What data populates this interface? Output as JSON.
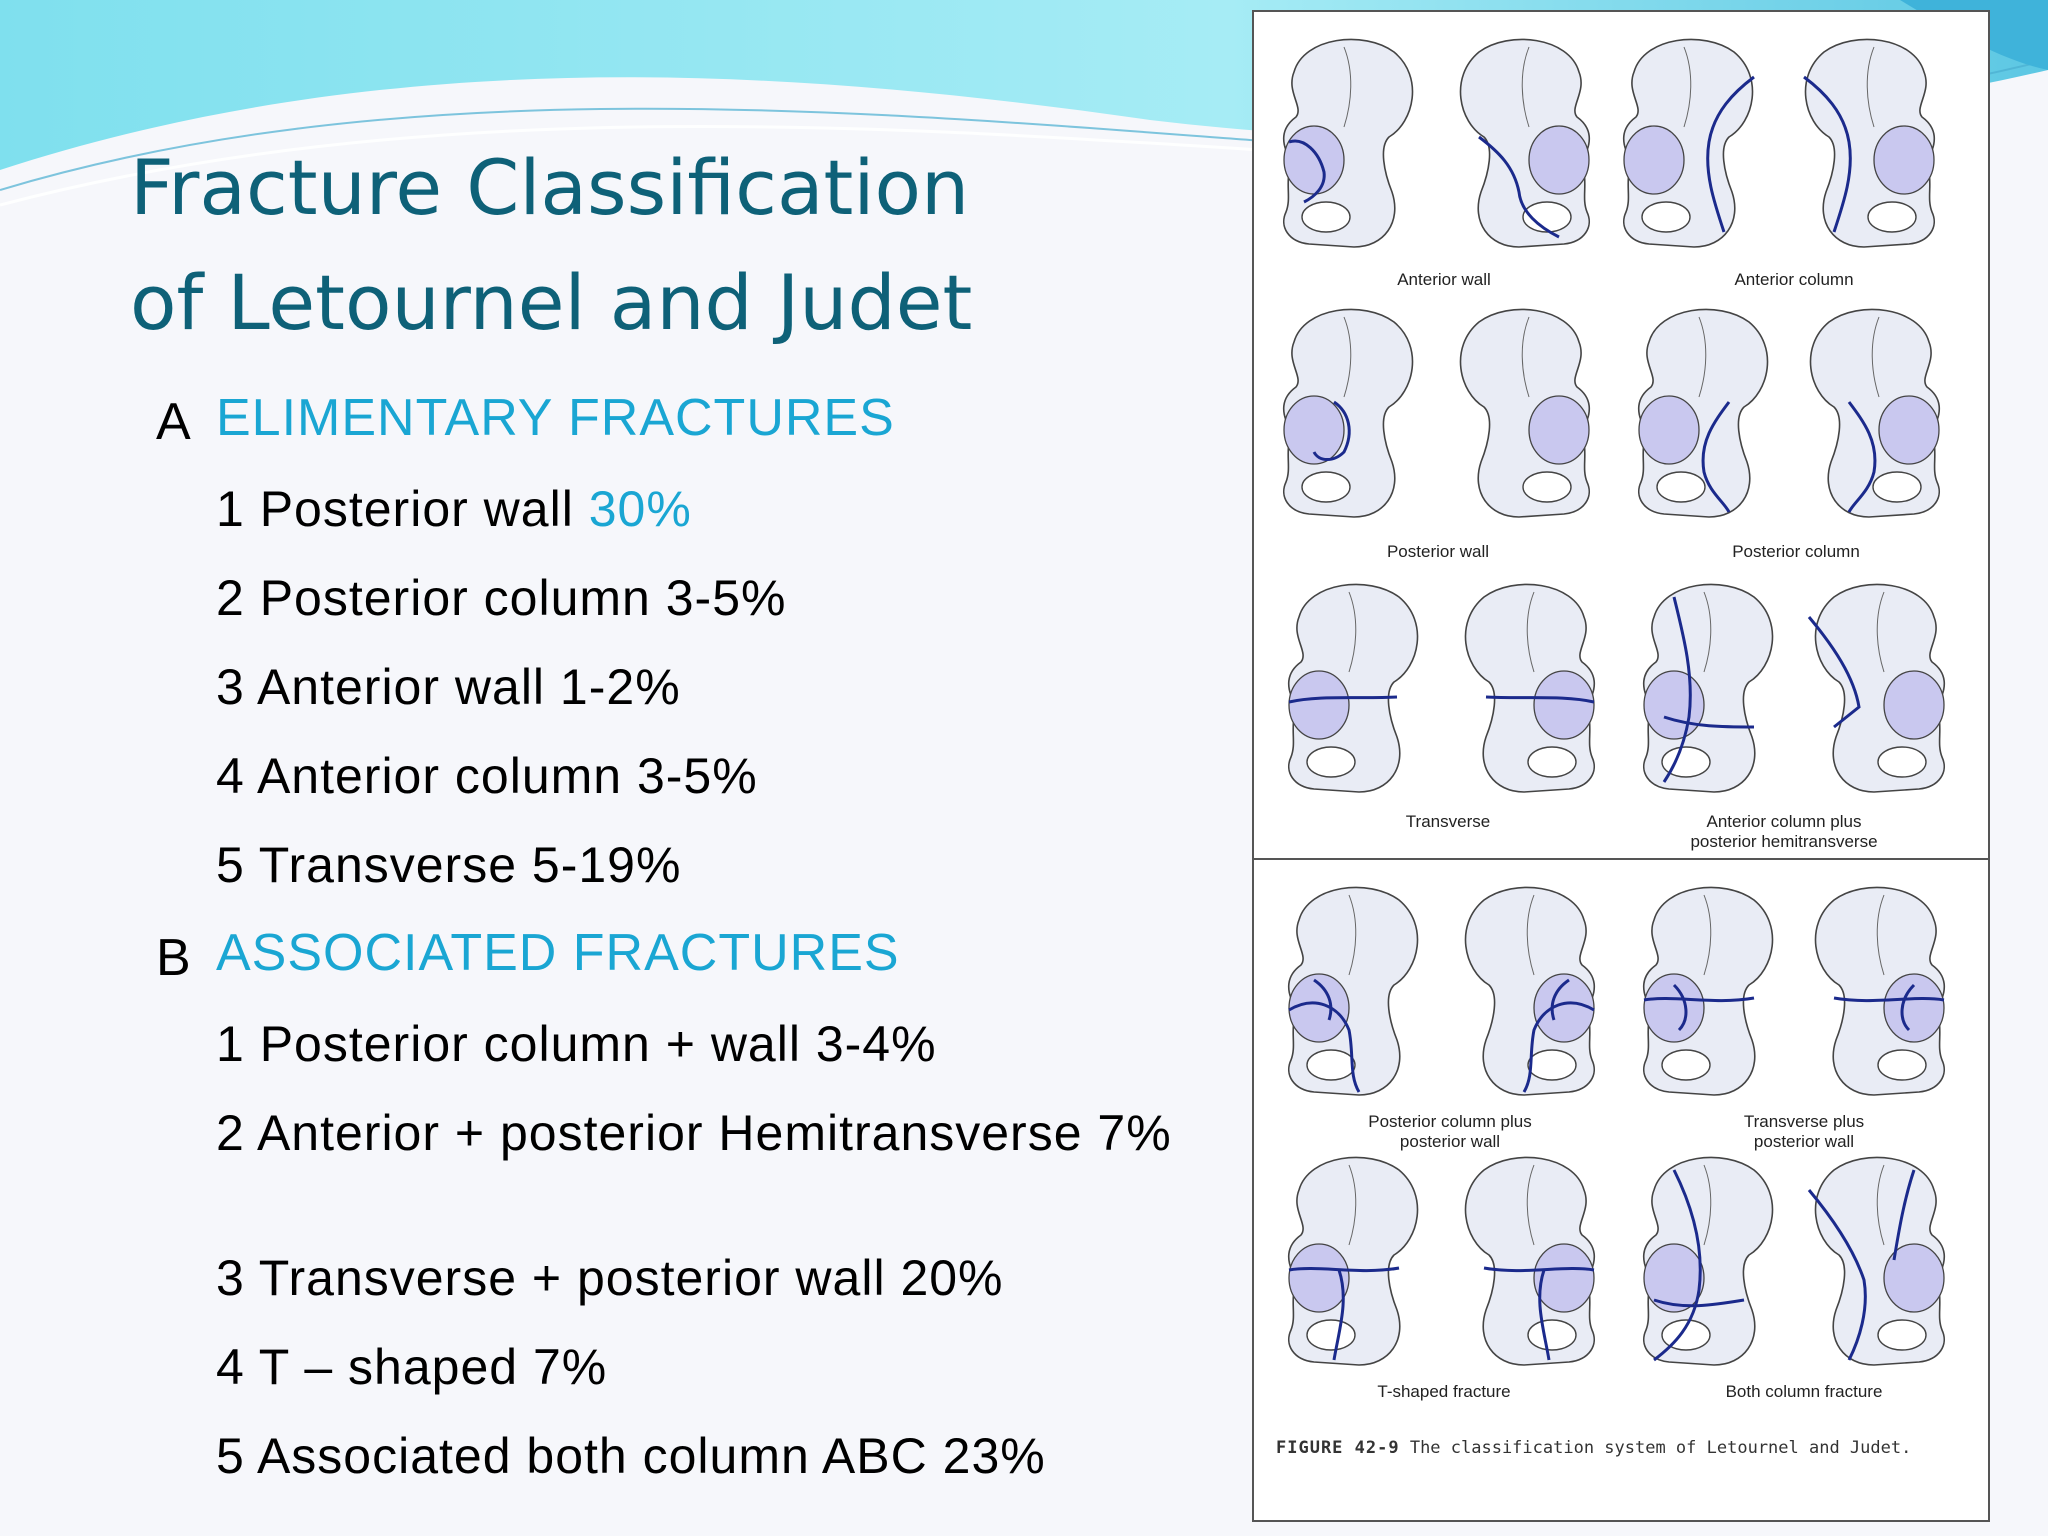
{
  "slide": {
    "title_line1": "Fracture Classification",
    "title_line2": "of Letournel and Judet",
    "section_a": {
      "letter": "A",
      "heading": "ELIMENTARY FRACTURES"
    },
    "elementary": [
      {
        "text": "1 Posterior wall ",
        "accent": "30%"
      },
      {
        "text": "2 Posterior column 3-5%"
      },
      {
        "text": "3 Anterior wall 1-2%"
      },
      {
        "text": "4 Anterior column 3-5%"
      },
      {
        "text": "5 Transverse 5-19%"
      }
    ],
    "section_b": {
      "letter": "B",
      "heading": "ASSOCIATED FRACTURES"
    },
    "associated": [
      {
        "text": "1 Posterior column + wall 3-4%"
      },
      {
        "text": "2 Anterior + posterior Hemitransverse 7%"
      },
      {
        "text": "3 Transverse + posterior wall 20%"
      },
      {
        "text": "4 T – shaped 7%"
      },
      {
        "text": "5 Associated both column ABC 23%"
      }
    ]
  },
  "figure": {
    "captions_top": {
      "anterior_wall": "Anterior wall",
      "anterior_column": "Anterior column",
      "posterior_wall": "Posterior wall",
      "posterior_column": "Posterior column",
      "transverse": "Transverse",
      "ac_phtl1": "Anterior column plus",
      "ac_phtl2": "posterior hemitransverse"
    },
    "captions_bottom": {
      "pcpw1": "Posterior column plus",
      "pcpw2": "posterior wall",
      "tpw1": "Transverse plus",
      "tpw2": "posterior wall",
      "tshaped": "T-shaped fracture",
      "bothcol": "Both column fracture"
    },
    "figure_label": "FIGURE 42-9",
    "figure_text": " The classification system of Letournel and Judet."
  },
  "colors": {
    "title": "#0e6178",
    "accent": "#1aa6d3",
    "fracture_line": "#1b2a8c",
    "acetabulum_fill": "#c9c8ef",
    "bone_fill": "#e9ecf5"
  }
}
